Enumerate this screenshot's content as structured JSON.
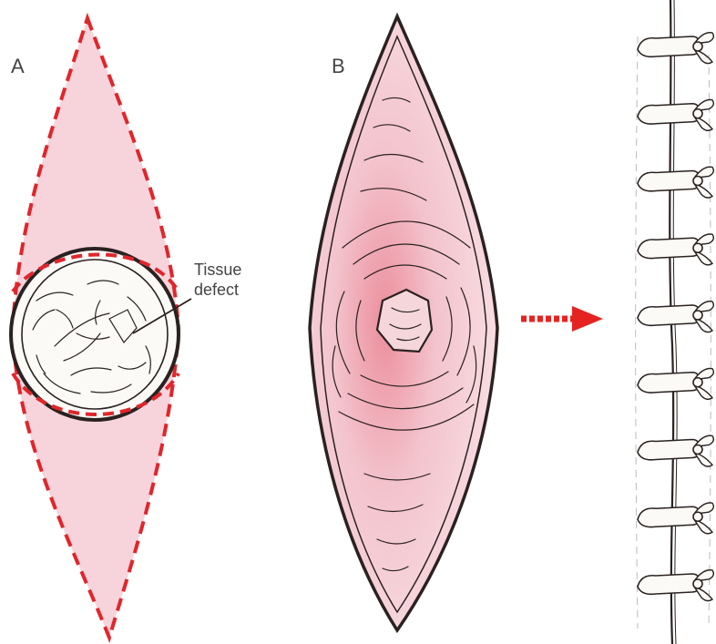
{
  "panels": {
    "a": {
      "letter": "A",
      "callout_line1": "Tissue",
      "callout_line2": "defect"
    },
    "b": {
      "letter": "B"
    }
  },
  "colors": {
    "incision_dash": "#e0262b",
    "excision_fill": "#f7d4dc",
    "tissue_fill": "#f1c5cd",
    "tissue_dark": "#ec8e9c",
    "ink": "#2a2220",
    "arrow": "#e52421",
    "defect_fill": "#fbfaf7"
  },
  "icons": {
    "arrow": "right-arrow-icon"
  },
  "sutures": {
    "count": 9,
    "type": "interrupted"
  }
}
